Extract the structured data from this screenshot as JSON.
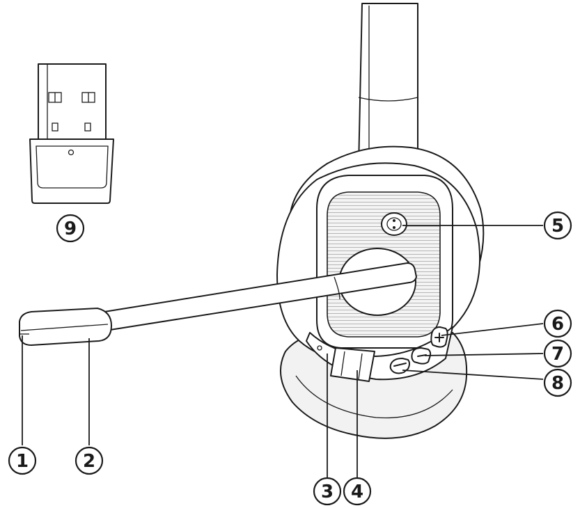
{
  "callouts": {
    "c1": "1",
    "c2": "2",
    "c3": "3",
    "c4": "4",
    "c5": "5",
    "c6": "6",
    "c7": "7",
    "c8": "8",
    "c9": "9"
  },
  "colors": {
    "ink": "#1a1a1a",
    "background": "#ffffff",
    "grille": "#e9e9e9"
  }
}
